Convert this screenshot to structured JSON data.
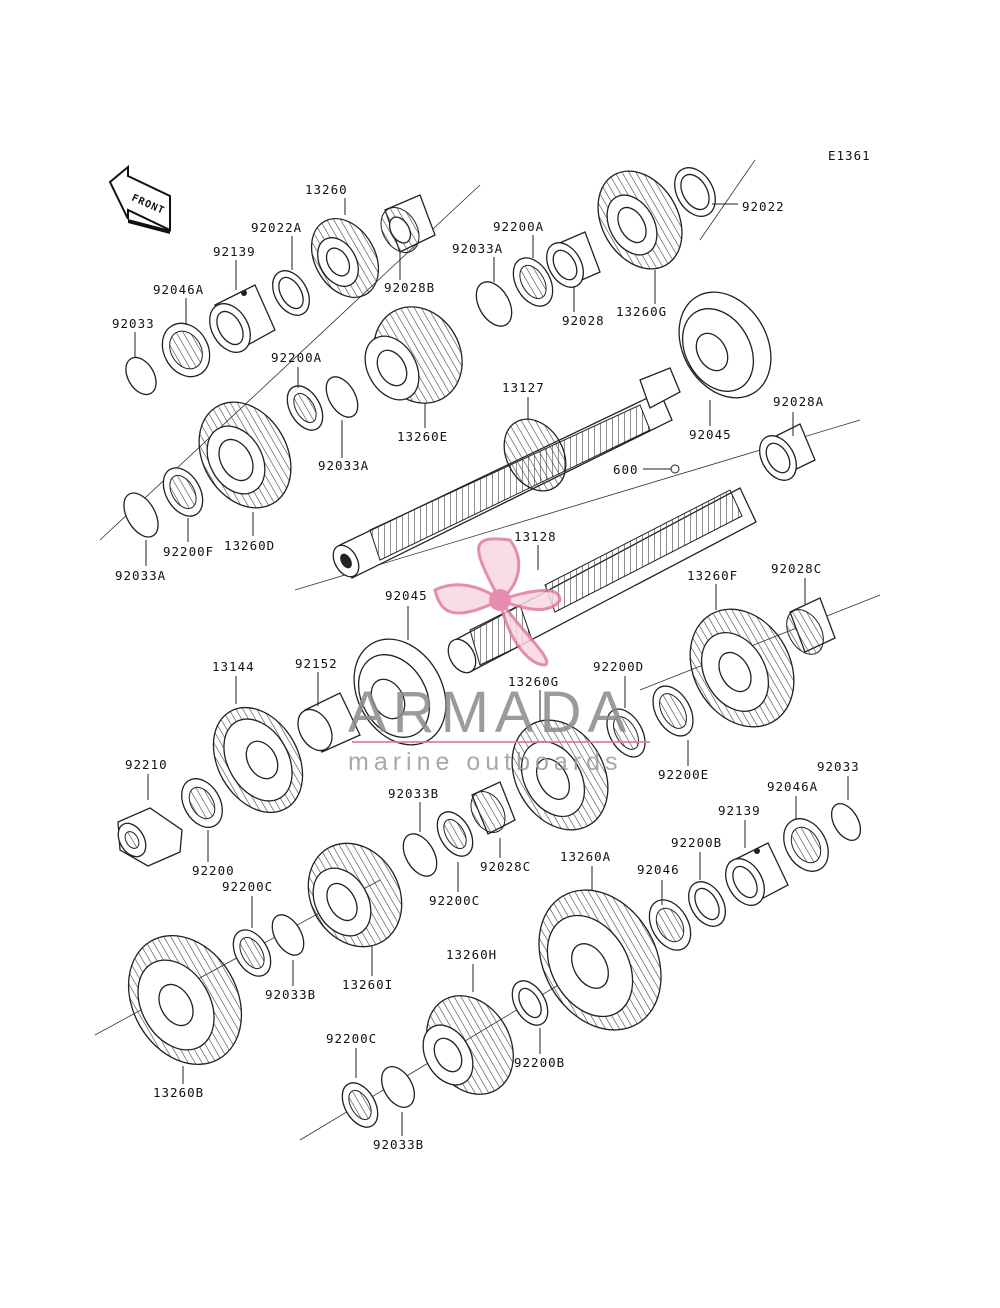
{
  "diagram": {
    "code": "E1361",
    "front_label": "FRONT",
    "watermark": {
      "brand": "ARMADA",
      "tagline": "marine outboards",
      "accent_color": "#e07aa0"
    },
    "labels": {
      "p13260": "13260",
      "p92022A": "92022A",
      "p92139": "92139",
      "p92046A": "92046A",
      "p92033": "92033",
      "p92028B": "92028B",
      "p92200A_1": "92200A",
      "p92033A_1": "92033A",
      "p92028": "92028",
      "p92022": "92022",
      "p13260G_1": "13260G",
      "p92200A_2": "92200A",
      "p92033A_2": "92033A",
      "p13260E": "13260E",
      "p13127": "13127",
      "p92045_1": "92045",
      "p92028A": "92028A",
      "p600": "600",
      "p92033A_3": "92033A",
      "p92200F": "92200F",
      "p13260D": "13260D",
      "p13128": "13128",
      "p92045_2": "92045",
      "p13260F": "13260F",
      "p92028C_1": "92028C",
      "p13144": "13144",
      "p92152": "92152",
      "p13260G_2": "13260G",
      "p92200D": "92200D",
      "p92200E": "92200E",
      "p92210": "92210",
      "p92200": "92200",
      "p92033B_1": "92033B",
      "p92028C_2": "92028C",
      "p92200C_1": "92200C",
      "p92033_2": "92033",
      "p92046A_2": "92046A",
      "p92139_2": "92139",
      "p92200B_1": "92200B",
      "p92046": "92046",
      "p13260A": "13260A",
      "p92200C_2": "92200C",
      "p92033B_2": "92033B",
      "p13260I": "13260I",
      "p13260H": "13260H",
      "p92200B_2": "92200B",
      "p13260B": "13260B",
      "p92200C_3": "92200C",
      "p92033B_3": "92033B"
    }
  }
}
